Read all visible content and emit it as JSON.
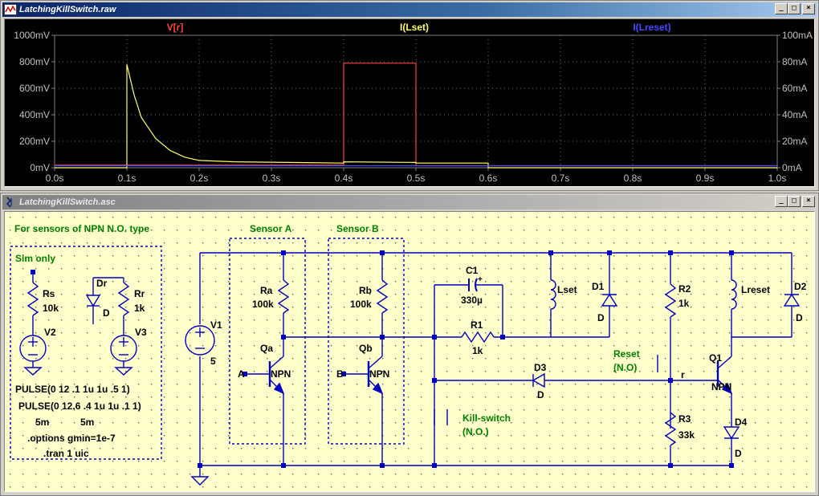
{
  "waveform_window": {
    "title": "LatchingKillSwitch.raw",
    "buttons": {
      "minimize": "_",
      "maximize": "□",
      "close": "×"
    },
    "traces": [
      {
        "label": "V[r]",
        "color": "#ff4040"
      },
      {
        "label": "I(Lset)",
        "color": "#ffff60"
      },
      {
        "label": "I(Lreset)",
        "color": "#4848ff"
      }
    ],
    "left_axis": [
      "1000mV",
      "800mV",
      "600mV",
      "400mV",
      "200mV",
      "0mV"
    ],
    "right_axis": [
      "100mA",
      "80mA",
      "60mA",
      "40mA",
      "20mA",
      "0mA"
    ],
    "x_axis": [
      "0.0s",
      "0.1s",
      "0.2s",
      "0.3s",
      "0.4s",
      "0.5s",
      "0.6s",
      "0.7s",
      "0.8s",
      "0.9s",
      "1.0s"
    ]
  },
  "chart_data": {
    "type": "line",
    "x": [
      0,
      0.1,
      0.2,
      0.3,
      0.4,
      0.5,
      0.6,
      0.7,
      0.8,
      0.9,
      1.0
    ],
    "xlim": [
      0,
      1.0
    ],
    "ylim": [
      0,
      1000
    ],
    "y2lim": [
      0,
      100
    ],
    "series": [
      {
        "name": "V[r]",
        "axis": "left",
        "unit": "mV",
        "points": [
          [
            0,
            20
          ],
          [
            0.4,
            20
          ],
          [
            0.4,
            790
          ],
          [
            0.5,
            790
          ],
          [
            0.5,
            15
          ],
          [
            1.0,
            15
          ]
        ]
      },
      {
        "name": "I(Lset)",
        "axis": "right",
        "unit": "mA",
        "points": [
          [
            0,
            0
          ],
          [
            0.1,
            0
          ],
          [
            0.1,
            78
          ],
          [
            0.11,
            55
          ],
          [
            0.12,
            38
          ],
          [
            0.14,
            22
          ],
          [
            0.16,
            13
          ],
          [
            0.18,
            8
          ],
          [
            0.2,
            5.5
          ],
          [
            0.25,
            4.5
          ],
          [
            0.4,
            3.5
          ],
          [
            0.4,
            4.5
          ],
          [
            0.5,
            4
          ],
          [
            0.5,
            3.5
          ],
          [
            0.6,
            3.5
          ],
          [
            0.6,
            0
          ],
          [
            1.0,
            0
          ]
        ]
      },
      {
        "name": "I(Lreset)",
        "axis": "right",
        "unit": "mA",
        "points": [
          [
            0,
            1.5
          ],
          [
            1.0,
            1.5
          ]
        ]
      }
    ]
  },
  "schematic_window": {
    "title": "LatchingKillSwitch.asc",
    "buttons": {
      "minimize": "_",
      "maximize": "□",
      "close": "×"
    },
    "comments": {
      "header": "For sensors of NPN N.O. type",
      "sim_only": "Sim only",
      "sensor_a": "Sensor A",
      "sensor_b": "Sensor B",
      "kill_switch": "Kill-switch",
      "kill_switch_type": "(N.O.)",
      "reset": "Reset",
      "reset_type": "(N.O)"
    },
    "components": {
      "V1": {
        "name": "V1",
        "value": "5"
      },
      "V2": {
        "name": "V2",
        "value": "5m"
      },
      "V3": {
        "name": "V3",
        "value": "5m"
      },
      "Rs": {
        "name": "Rs",
        "value": "10k"
      },
      "Rr": {
        "name": "Rr",
        "value": "1k"
      },
      "Dr": {
        "name": "Dr",
        "value": "D"
      },
      "Ra": {
        "name": "Ra",
        "value": "100k"
      },
      "Rb": {
        "name": "Rb",
        "value": "100k"
      },
      "Qa": {
        "name": "Qa",
        "value": "NPN",
        "port": "A"
      },
      "Qb": {
        "name": "Qb",
        "value": "NPN",
        "port": "B"
      },
      "C1": {
        "name": "C1",
        "value": "330µ",
        "polarity": "+"
      },
      "R1": {
        "name": "R1",
        "value": "1k"
      },
      "Lset": {
        "name": "Lset"
      },
      "D1": {
        "name": "D1",
        "value": "D"
      },
      "R2": {
        "name": "R2",
        "value": "1k"
      },
      "Lreset": {
        "name": "Lreset"
      },
      "D2": {
        "name": "D2",
        "value": "D"
      },
      "D3": {
        "name": "D3",
        "value": "D"
      },
      "R3": {
        "name": "R3",
        "value": "33k"
      },
      "Q1": {
        "name": "Q1",
        "value": "NPN"
      },
      "D4": {
        "name": "D4",
        "value": "D"
      }
    },
    "net_label_r": "r",
    "directives": [
      "PULSE(0 12 .1 1u 1u .5 1)",
      "PULSE(0 12.6 .4 1u 1u .1 1)",
      ".options gmin=1e-7",
      ".tran 1 uic"
    ]
  }
}
